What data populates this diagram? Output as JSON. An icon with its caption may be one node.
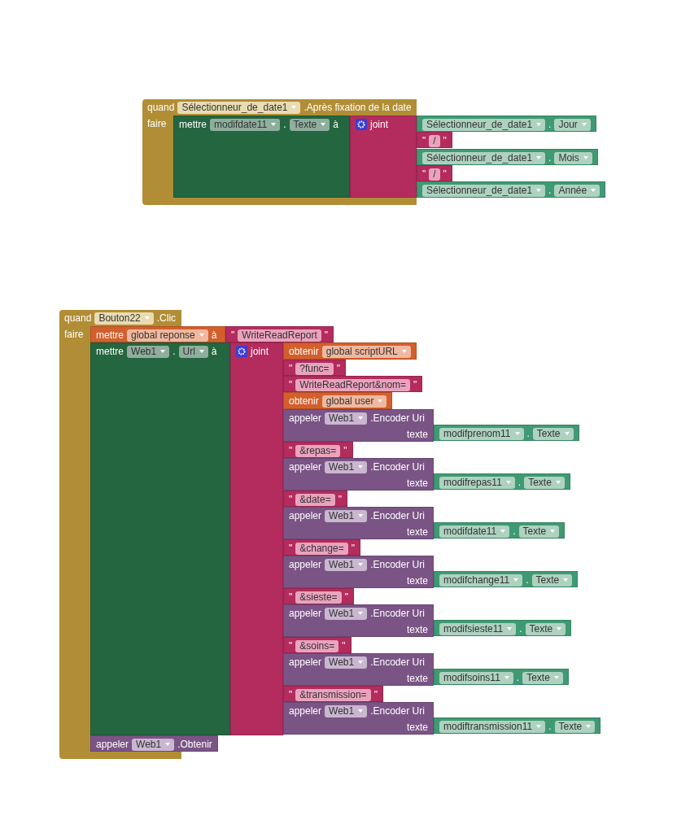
{
  "diagram": {
    "nodes": [
      {
        "text": [
          "quand",
          ".Après fixation de la date",
          "faire"
        ]
      },
      {
        "text": [
          "Sélectionneur_de_date1"
        ],
        "in": 0
      },
      {
        "text": [
          "mettre",
          ".",
          "à"
        ],
        "in": 0
      },
      {
        "text": [
          "modifdate11"
        ],
        "in": 2
      },
      {
        "text": [
          "Texte"
        ],
        "in": 2
      },
      {
        "text": [
          "joint"
        ],
        "in": 0
      },
      {
        "text": [
          "."
        ]
      },
      {
        "text": [
          "Sélectionneur_de_date1"
        ],
        "in": 6
      },
      {
        "text": [
          "Jour"
        ],
        "in": 6
      },
      {
        "text": [
          "\"",
          "\""
        ]
      },
      {
        "text": [
          "/"
        ],
        "in": 9
      },
      {
        "text": [
          "."
        ]
      },
      {
        "text": [
          "Sélectionneur_de_date1"
        ],
        "in": 11
      },
      {
        "text": [
          "Mois"
        ],
        "in": 11
      },
      {
        "text": [
          "\"",
          "\""
        ]
      },
      {
        "text": [
          "/"
        ],
        "in": 14
      },
      {
        "text": [
          "."
        ]
      },
      {
        "text": [
          "Sélectionneur_de_date1"
        ],
        "in": 16
      },
      {
        "text": [
          "Année"
        ],
        "in": 16
      },
      {
        "text": [
          "quand",
          ".Clic",
          "faire"
        ]
      },
      {
        "text": [
          "Bouton22"
        ],
        "in": 19
      },
      {
        "text": [
          "mettre",
          "à"
        ]
      },
      {
        "text": [
          "global reponse"
        ],
        "in": 21
      },
      {
        "text": [
          "\"",
          "\""
        ]
      },
      {
        "text": [
          "WriteReadReport"
        ],
        "in": 23
      },
      {
        "text": [
          "mettre",
          ".",
          "à"
        ]
      },
      {
        "text": [
          "Web1"
        ],
        "in": 25
      },
      {
        "text": [
          "Url"
        ],
        "in": 25
      },
      {
        "text": [
          "joint"
        ]
      },
      {
        "text": [
          "obtenir"
        ]
      },
      {
        "text": [
          "global scriptURL"
        ],
        "in": 29
      },
      {
        "text": [
          "\"",
          "\""
        ]
      },
      {
        "text": [
          "?func="
        ],
        "in": 31
      },
      {
        "text": [
          "\"",
          "\""
        ]
      },
      {
        "text": [
          "WriteReadReport&nom="
        ],
        "in": 33
      },
      {
        "text": [
          "obtenir"
        ]
      },
      {
        "text": [
          "global user"
        ],
        "in": 35
      },
      {
        "text": [
          "appeler",
          ".Encoder Uri",
          "texte"
        ]
      },
      {
        "text": [
          "Web1"
        ],
        "in": 37
      },
      {
        "text": [
          "."
        ]
      },
      {
        "text": [
          "modifprenom11"
        ],
        "in": 39
      },
      {
        "text": [
          "Texte"
        ],
        "in": 39
      },
      {
        "text": [
          "\"",
          "\""
        ]
      },
      {
        "text": [
          "&repas="
        ],
        "in": 42
      },
      {
        "text": [
          "appeler",
          ".Encoder Uri",
          "texte"
        ]
      },
      {
        "text": [
          "Web1"
        ],
        "in": 44
      },
      {
        "text": [
          "."
        ]
      },
      {
        "text": [
          "modifrepas11"
        ],
        "in": 46
      },
      {
        "text": [
          "Texte"
        ],
        "in": 46
      },
      {
        "text": [
          "\"",
          "\""
        ]
      },
      {
        "text": [
          "&date="
        ],
        "in": 49
      },
      {
        "text": [
          "appeler",
          ".Encoder Uri",
          "texte"
        ]
      },
      {
        "text": [
          "Web1"
        ],
        "in": 51
      },
      {
        "text": [
          "."
        ]
      },
      {
        "text": [
          "modifdate11"
        ],
        "in": 53
      },
      {
        "text": [
          "Texte"
        ],
        "in": 53
      },
      {
        "text": [
          "\"",
          "\""
        ]
      },
      {
        "text": [
          "&change="
        ],
        "in": 56
      },
      {
        "text": [
          "appeler",
          ".Encoder Uri",
          "texte"
        ]
      },
      {
        "text": [
          "Web1"
        ],
        "in": 58
      },
      {
        "text": [
          "."
        ]
      },
      {
        "text": [
          "modifchange11"
        ],
        "in": 60
      },
      {
        "text": [
          "Texte"
        ],
        "in": 60
      },
      {
        "text": [
          "\"",
          "\""
        ]
      },
      {
        "text": [
          "&sieste="
        ],
        "in": 63
      },
      {
        "text": [
          "appeler",
          ".Encoder Uri",
          "texte"
        ]
      },
      {
        "text": [
          "Web1"
        ],
        "in": 65
      },
      {
        "text": [
          "."
        ]
      },
      {
        "text": [
          "modifsieste11"
        ],
        "in": 67
      },
      {
        "text": [
          "Texte"
        ],
        "in": 67
      },
      {
        "text": [
          "\"",
          "\""
        ]
      },
      {
        "text": [
          "&soins="
        ],
        "in": 70
      },
      {
        "text": [
          "appeler",
          ".Encoder Uri",
          "texte"
        ]
      },
      {
        "text": [
          "Web1"
        ],
        "in": 72
      },
      {
        "text": [
          "."
        ]
      },
      {
        "text": [
          "modifsoins11"
        ],
        "in": 74
      },
      {
        "text": [
          "Texte"
        ],
        "in": 74
      },
      {
        "text": [
          "\"",
          "\""
        ]
      },
      {
        "text": [
          "&transmission="
        ],
        "in": 77
      },
      {
        "text": [
          "appeler",
          ".Encoder Uri",
          "texte"
        ]
      },
      {
        "text": [
          "Web1"
        ],
        "in": 79
      },
      {
        "text": [
          "."
        ]
      },
      {
        "text": [
          "modiftransmission11"
        ],
        "in": 81
      },
      {
        "text": [
          "Texte"
        ],
        "in": 81
      },
      {
        "text": [
          "appeler",
          ".Obtenir"
        ]
      },
      {
        "text": [
          "Web1"
        ],
        "in": 84
      }
    ]
  }
}
